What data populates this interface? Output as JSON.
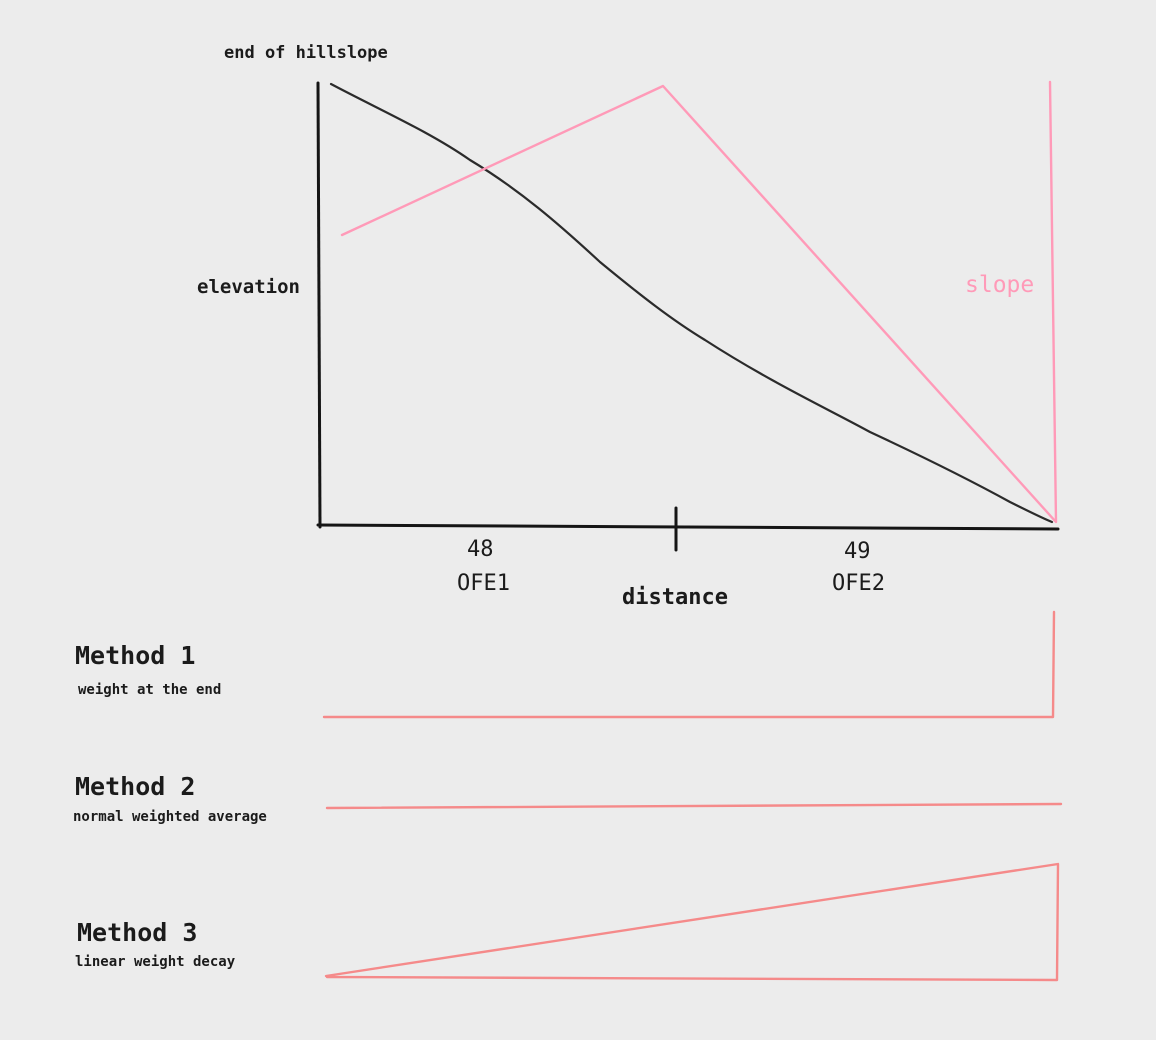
{
  "diagram": {
    "end_of_hillslope_label": "end of hillslope",
    "elevation_label": "elevation",
    "slope_label": "slope",
    "distance_label": "distance",
    "ofe1": {
      "number": "48",
      "name": "OFE1"
    },
    "ofe2": {
      "number": "49",
      "name": "OFE2"
    }
  },
  "methods": [
    {
      "title": "Method 1",
      "subtitle": "weight at the end"
    },
    {
      "title": "Method 2",
      "subtitle": "normal weighted average"
    },
    {
      "title": "Method 3",
      "subtitle": "linear weight decay"
    }
  ],
  "colors": {
    "background": "#ececec",
    "axis": "#151515",
    "elevation_curve": "#2b2b2b",
    "slope_line": "#ff9ab8",
    "weight_line": "#f58a8a"
  }
}
